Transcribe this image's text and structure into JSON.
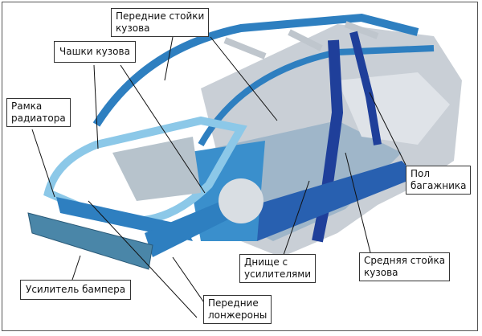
{
  "labels": {
    "a_pillars": [
      "Передние стойки",
      "кузова"
    ],
    "strut_towers": "Чашки кузова",
    "radiator_frame": [
      "Рамка",
      "радиатора"
    ],
    "trunk_floor": [
      "Пол",
      "багажника"
    ],
    "bumper_reinforcement": "Усилитель бампера",
    "front_rails": [
      "Передние",
      "лонжероны"
    ],
    "floor_reinforced": [
      "Днище с",
      "усилителями"
    ],
    "b_pillar": [
      "Средняя стойка",
      "кузова"
    ]
  },
  "colors": {
    "dark_blue": "#1f3f9a",
    "mid_blue": "#2e7fc0",
    "light_blue": "#8cc8e8",
    "steel": "#c9cfd6"
  }
}
